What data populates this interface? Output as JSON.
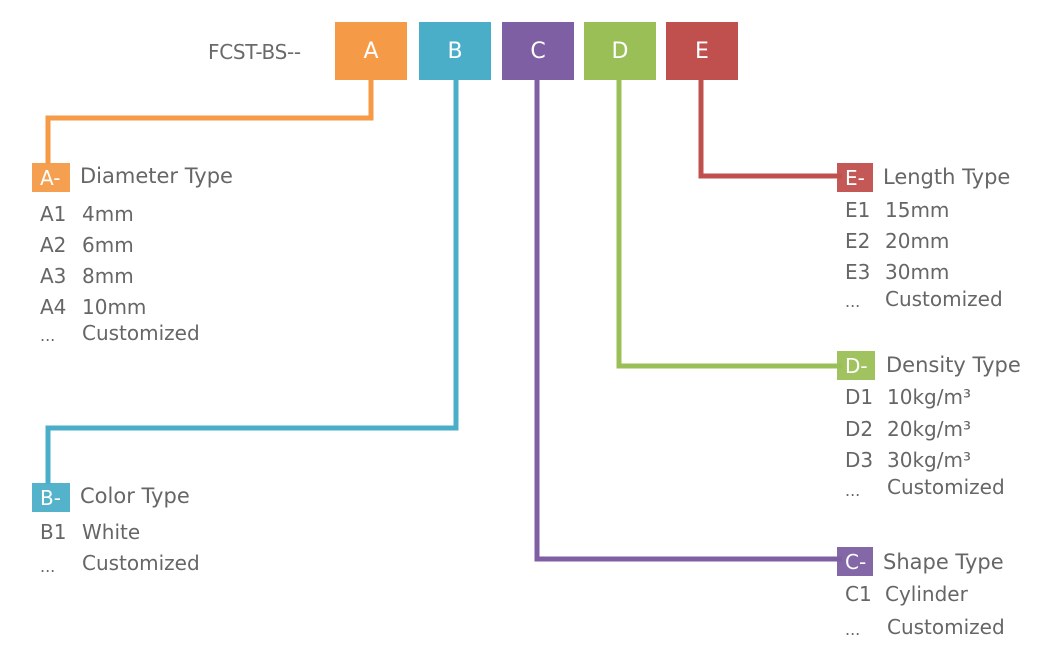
{
  "model_prefix": "FCST-BS--",
  "segments": [
    {
      "letter": "A",
      "color": "#F59A47"
    },
    {
      "letter": "B",
      "color": "#4BAEC8"
    },
    {
      "letter": "C",
      "color": "#7E5FA3"
    },
    {
      "letter": "D",
      "color": "#9BBF57"
    },
    {
      "letter": "E",
      "color": "#C0504D"
    }
  ],
  "groups": {
    "A": {
      "badge": "A-",
      "title": "Diameter Type",
      "items": [
        {
          "code": "A1",
          "value": "4mm"
        },
        {
          "code": "A2",
          "value": "6mm"
        },
        {
          "code": "A3",
          "value": "8mm"
        },
        {
          "code": "A4",
          "value": "10mm"
        },
        {
          "code": "...",
          "value": "Customized"
        }
      ]
    },
    "B": {
      "badge": "B-",
      "title": "Color Type",
      "items": [
        {
          "code": "B1",
          "value": "White"
        },
        {
          "code": "...",
          "value": "Customized"
        }
      ]
    },
    "C": {
      "badge": "C-",
      "title": "Shape Type",
      "items": [
        {
          "code": "C1",
          "value": "Cylinder"
        },
        {
          "code": "...",
          "value": "Customized"
        }
      ]
    },
    "D": {
      "badge": "D-",
      "title": "Density Type",
      "items": [
        {
          "code": "D1",
          "value": "10kg/m³"
        },
        {
          "code": "D2",
          "value": "20kg/m³"
        },
        {
          "code": "D3",
          "value": "30kg/m³"
        },
        {
          "code": "...",
          "value": "Customized"
        }
      ]
    },
    "E": {
      "badge": "E-",
      "title": "Length Type",
      "items": [
        {
          "code": "E1",
          "value": "15mm"
        },
        {
          "code": "E2",
          "value": "20mm"
        },
        {
          "code": "E3",
          "value": "30mm"
        },
        {
          "code": "...",
          "value": "Customized"
        }
      ]
    }
  }
}
